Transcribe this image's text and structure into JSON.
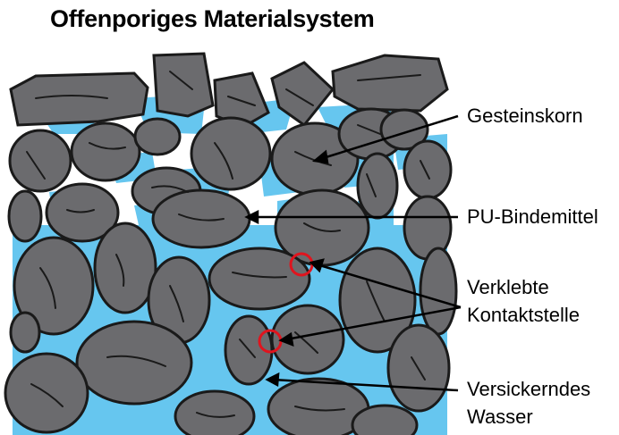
{
  "title": "Offenporiges Materialsystem",
  "labels": {
    "grain": "Gesteinskorn",
    "binder": "PU-Bindemittel",
    "contact_line1": "Verklebte",
    "contact_line2": "Kontaktstelle",
    "water_line1": "Versickerndes",
    "water_line2": "Wasser"
  },
  "colors": {
    "water": "#66c6ef",
    "stone": "#6b6b6e",
    "stone_outline": "#1a1a1a",
    "contact_marker": "#e0141e",
    "background": "#ffffff"
  }
}
